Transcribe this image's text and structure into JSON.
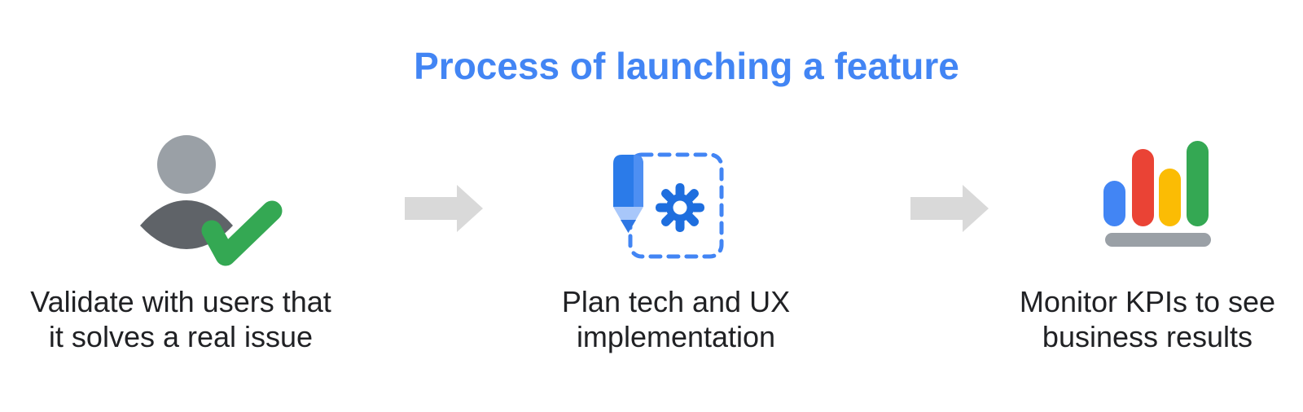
{
  "title": "Process of launching a feature",
  "steps": [
    {
      "icon": "user-check-icon",
      "lines": [
        "Validate with users that",
        "it solves a real issue"
      ]
    },
    {
      "icon": "pencil-gear-icon",
      "lines": [
        "Plan tech and UX",
        "implementation"
      ]
    },
    {
      "icon": "bar-chart-icon",
      "lines": [
        "Monitor KPIs to see",
        "business results"
      ]
    }
  ],
  "arrows": [
    {
      "icon": "arrow-right-icon"
    },
    {
      "icon": "arrow-right-icon"
    }
  ],
  "colors": {
    "background": "#FFFFFF",
    "title": "#4285F4",
    "caption": "#202124",
    "arrow": "#D9D9D9",
    "person_head": "#9AA0A6",
    "person_body": "#5F6368",
    "check_green": "#34A853",
    "pencil_blue": "#2B7BE9",
    "pencil_highlight": "#4E8FF2",
    "pencil_tip": "#A8C7FA",
    "pencil_point": "#2E77E4",
    "gear_blue": "#1E6EDE",
    "gear_hole": "#FFFFFF",
    "dashed_border": "#4285F4",
    "bar_blue": "#4285F4",
    "bar_red": "#EA4335",
    "bar_yellow": "#FBBC04",
    "bar_green": "#34A853",
    "bar_base": "#9AA0A6"
  }
}
